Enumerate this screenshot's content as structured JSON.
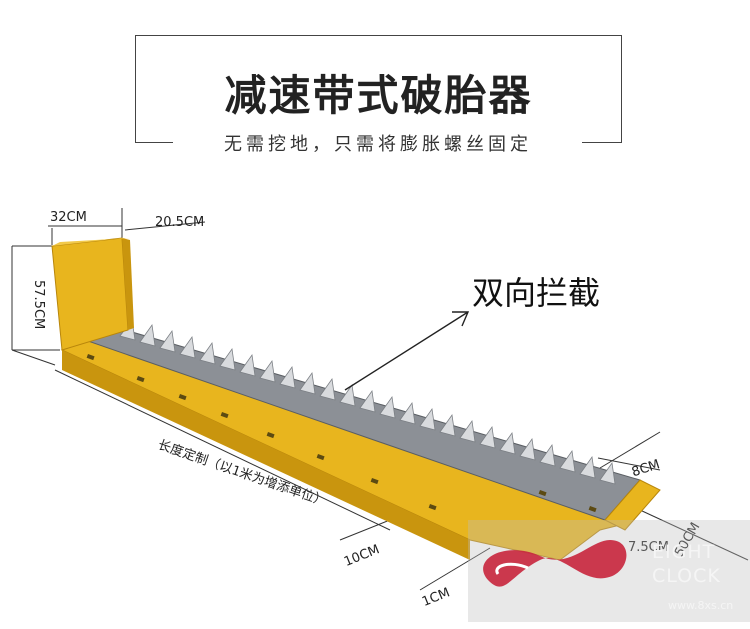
{
  "header": {
    "title": "减速带式破胎器",
    "subtitle": "无需挖地，只需将膨胀螺丝固定"
  },
  "callout": {
    "label": "双向拦截"
  },
  "dimensions": {
    "width_top": "32CM",
    "depth_top": "20.5CM",
    "height": "57.5CM",
    "length_note": "长度定制（以1米为增添单位）",
    "spike_spacing": "10CM",
    "edge_offset": "1CM",
    "base_height": "8CM",
    "base_depth": "7.5CM",
    "base_width": "50CM"
  },
  "watermark": {
    "line1": "EIGHT",
    "line2": "CLOCK",
    "url": "www.8xs.cn"
  },
  "colors": {
    "housing_yellow": "#e8b51e",
    "housing_shade": "#c9950e",
    "steel": "#8c9096",
    "spike": "#d9dbde",
    "logo_red": "#c8283f"
  }
}
